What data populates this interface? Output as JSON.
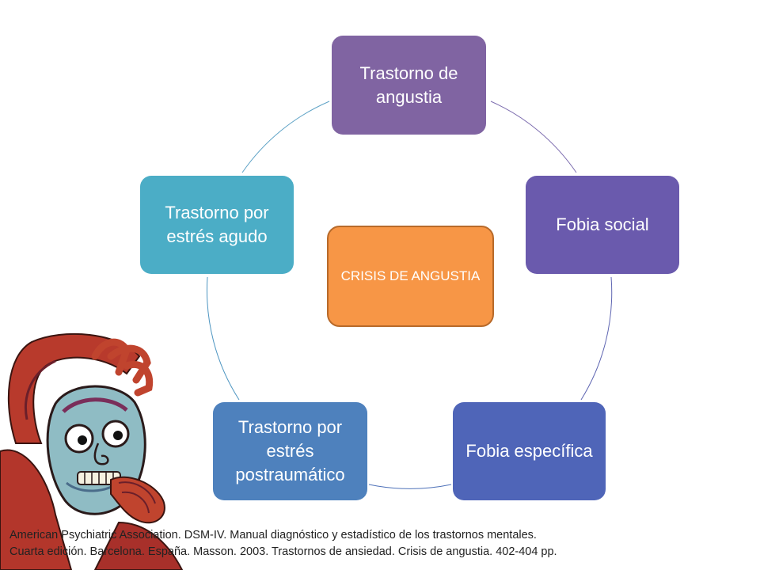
{
  "diagram": {
    "center": "CRISIS DE ANGUSTIA",
    "nodes": [
      {
        "label": "Trastorno de angustia",
        "color": "#8064a2"
      },
      {
        "label": "Fobia social",
        "color": "#6a5aad"
      },
      {
        "label": "Fobia específica",
        "color": "#4f65b8"
      },
      {
        "label": "Trastorno por estrés postraumático",
        "color": "#4e81bd"
      },
      {
        "label": "Trastorno por estrés agudo",
        "color": "#4badc6"
      }
    ],
    "center_color": "#f79646"
  },
  "citation": {
    "line1": "American Psychiatric Association. DSM-IV. Manual diagnóstico y estadístico de los trastornos mentales.",
    "line2": "Cuarta edición. Barcelona. España. Masson. 2003. Trastornos de ansiedad. Crisis de angustia. 402-404 pp."
  },
  "illustration": {
    "icon": "anxious-face-illustration"
  }
}
